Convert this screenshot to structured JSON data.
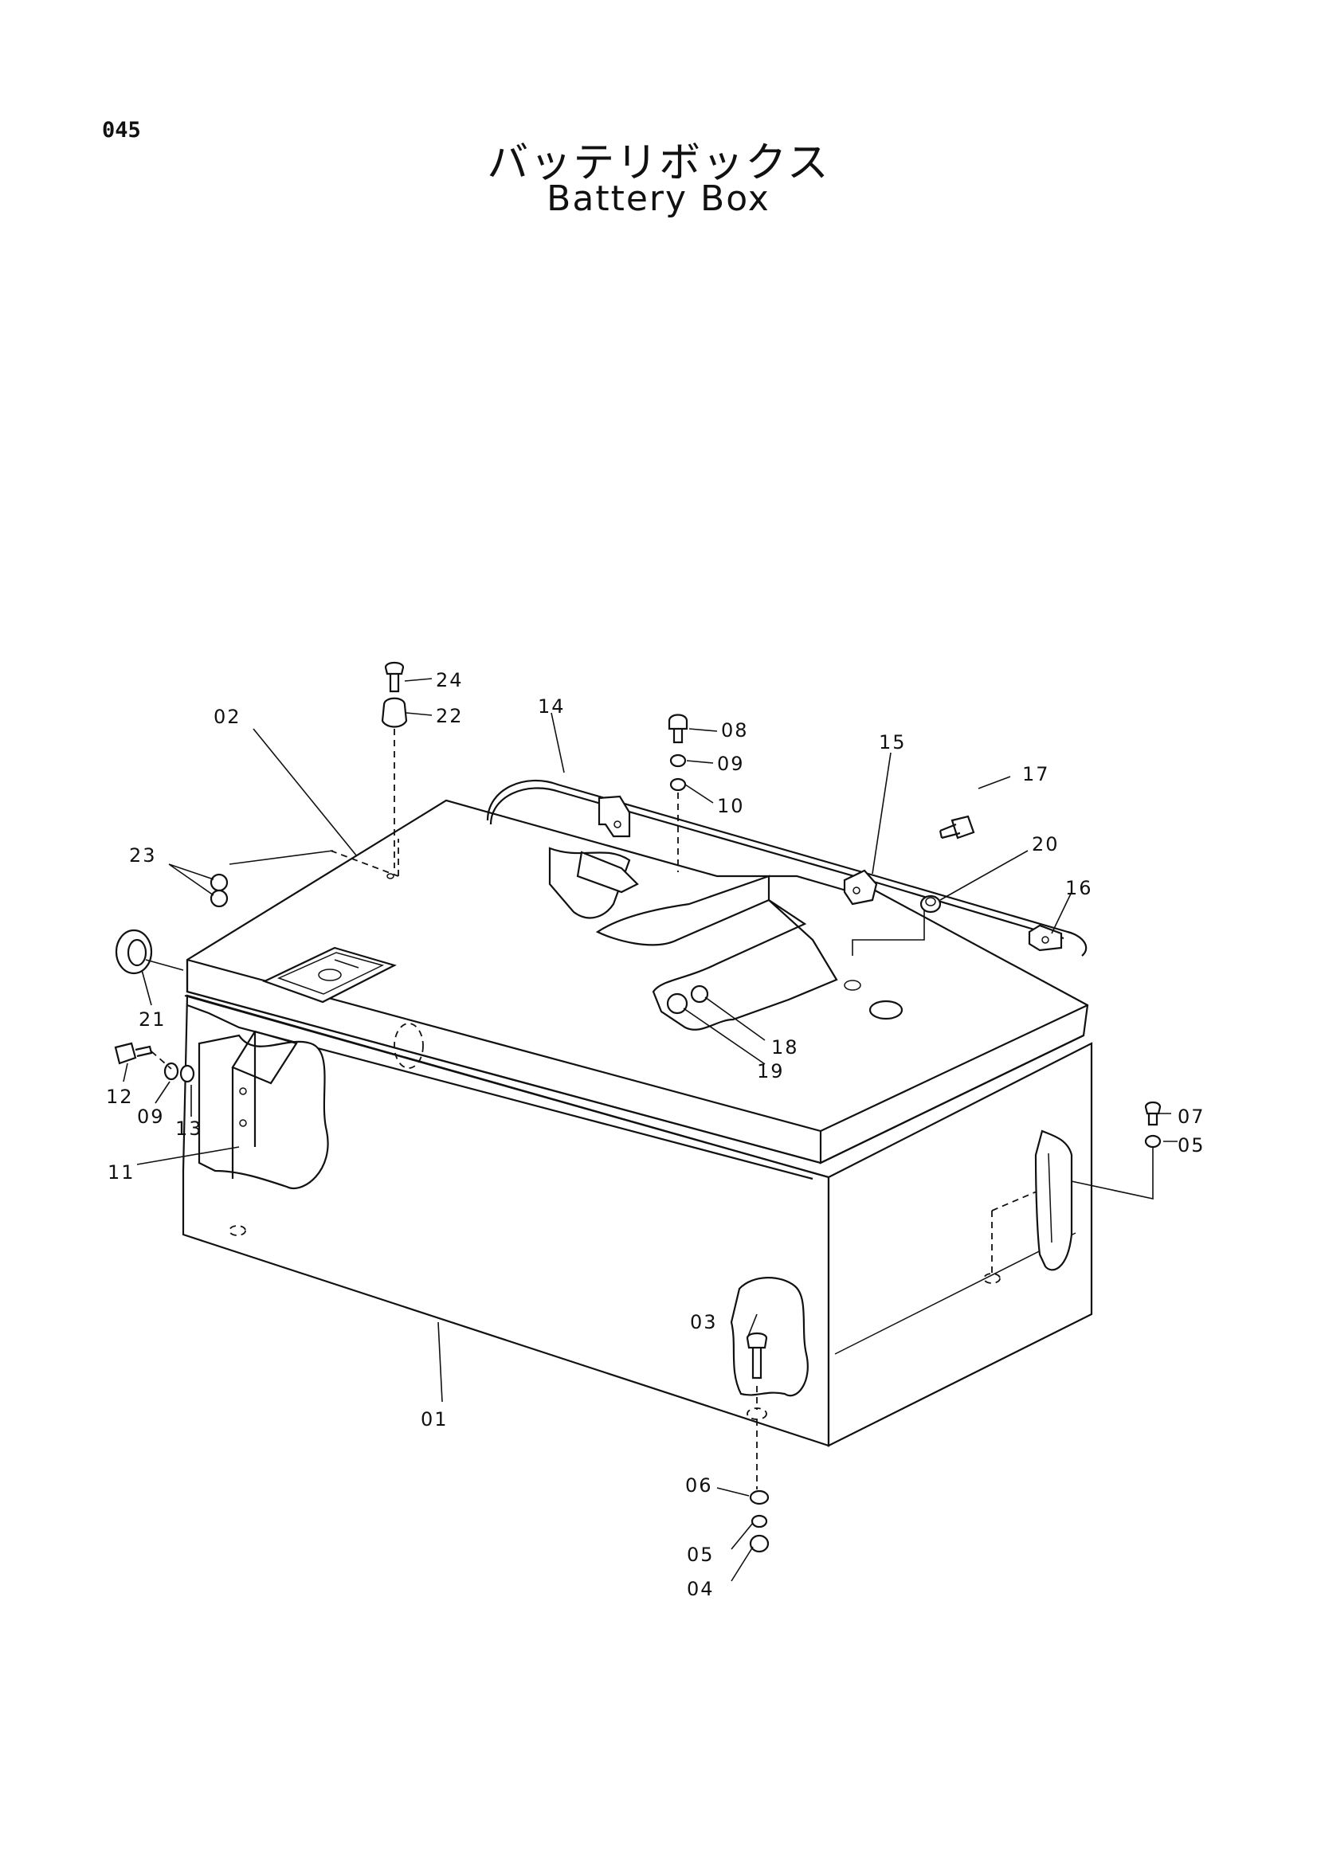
{
  "page_number": "045",
  "title_jp": "バッテリボックス",
  "title_en": "Battery Box",
  "labels": {
    "p01": "01",
    "p02": "02",
    "p03": "03",
    "p04": "04",
    "p05a": "05",
    "p05b": "05",
    "p06": "06",
    "p07": "07",
    "p08": "08",
    "p09a": "09",
    "p09b": "09",
    "p10": "10",
    "p11": "11",
    "p12": "12",
    "p13": "13",
    "p14": "14",
    "p15": "15",
    "p16": "16",
    "p17": "17",
    "p18": "18",
    "p19": "19",
    "p20": "20",
    "p21": "21",
    "p22": "22",
    "p23": "23",
    "p24": "24"
  }
}
